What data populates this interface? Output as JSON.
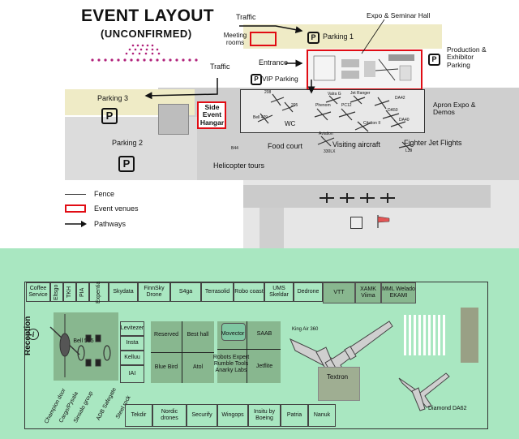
{
  "title": "EVENT LAYOUT",
  "subtitle": "(UNCONFIRMED)",
  "top_map": {
    "traffic_top": "Traffic",
    "traffic_left": "Traffic",
    "meeting_rooms": "Meeting rooms",
    "parking1": "Parking 1",
    "expo_hall": "Expo & Seminar Hall",
    "production": "Production & Exhibitor Parking",
    "entrance": "Entrance",
    "vip_parking": "VIP Parking",
    "parking3": "Parking 3",
    "side_hangar": "Side Event Hangar",
    "wc": "WC",
    "apron": "Apron Expo & Demos",
    "parking2": "Parking 2",
    "food_court": "Food court",
    "visiting_aircraft": "Visiting aircraft",
    "fighter": "Fighter Jet Flights",
    "helicopter": "Helicopter tours",
    "p_symbol": "P",
    "apron_labels": [
      "208",
      "205",
      "Bell 429",
      "Phenom",
      "PC12",
      "Valra G",
      "Jet Ranger",
      "DA42",
      "DA50",
      "DA40",
      "Citation II",
      "Aviation",
      "330LX",
      "B44",
      "L39"
    ]
  },
  "legend": {
    "fence": "Fence",
    "venues": "Event venues",
    "pathways": "Pathways"
  },
  "hall": {
    "reception": "Reception",
    "info_icon": "info-icon",
    "top_booths": [
      "Coffee Service",
      "Eltsgo",
      "TKH",
      "PIA",
      "Expentia",
      "Skydata",
      "FinnSky Drone",
      "S4ga",
      "Terrasolid",
      "Robo coast",
      "UMS Skeldar",
      "Dedrone",
      "VTT",
      "XAMK Viima",
      "MML Welado EKAMI"
    ],
    "left_cluster": [
      "Levitezer",
      "Insta",
      "Kelluu",
      "IAI",
      "Bell 505"
    ],
    "center_left": [
      "Reserved",
      "Best hall",
      "Blue Bird",
      "Atol"
    ],
    "center_right": [
      "Movector",
      "SAAB",
      "Robots Expert Rumble Tools Anarky Labs",
      "Jetflite"
    ],
    "diagonal": [
      "Champion door",
      "Cargo/Pysala",
      "Sinsalo group",
      "ADB Safegate",
      "Steel rock"
    ],
    "bottom_booths": [
      "Tekdir",
      "Nordic drones",
      "Securify",
      "Wingops",
      "Insitu by Boeing",
      "Patria",
      "Nanuk"
    ],
    "aircraft": [
      "King Air 360",
      "Textron",
      "Diamond DA62"
    ]
  },
  "colors": {
    "accent_red": "#e10c14",
    "hall_green": "#a9e7c1",
    "parking_beige": "#efebc6",
    "road_grey": "#cfcfcf",
    "runway_dots": "#b0207a"
  }
}
